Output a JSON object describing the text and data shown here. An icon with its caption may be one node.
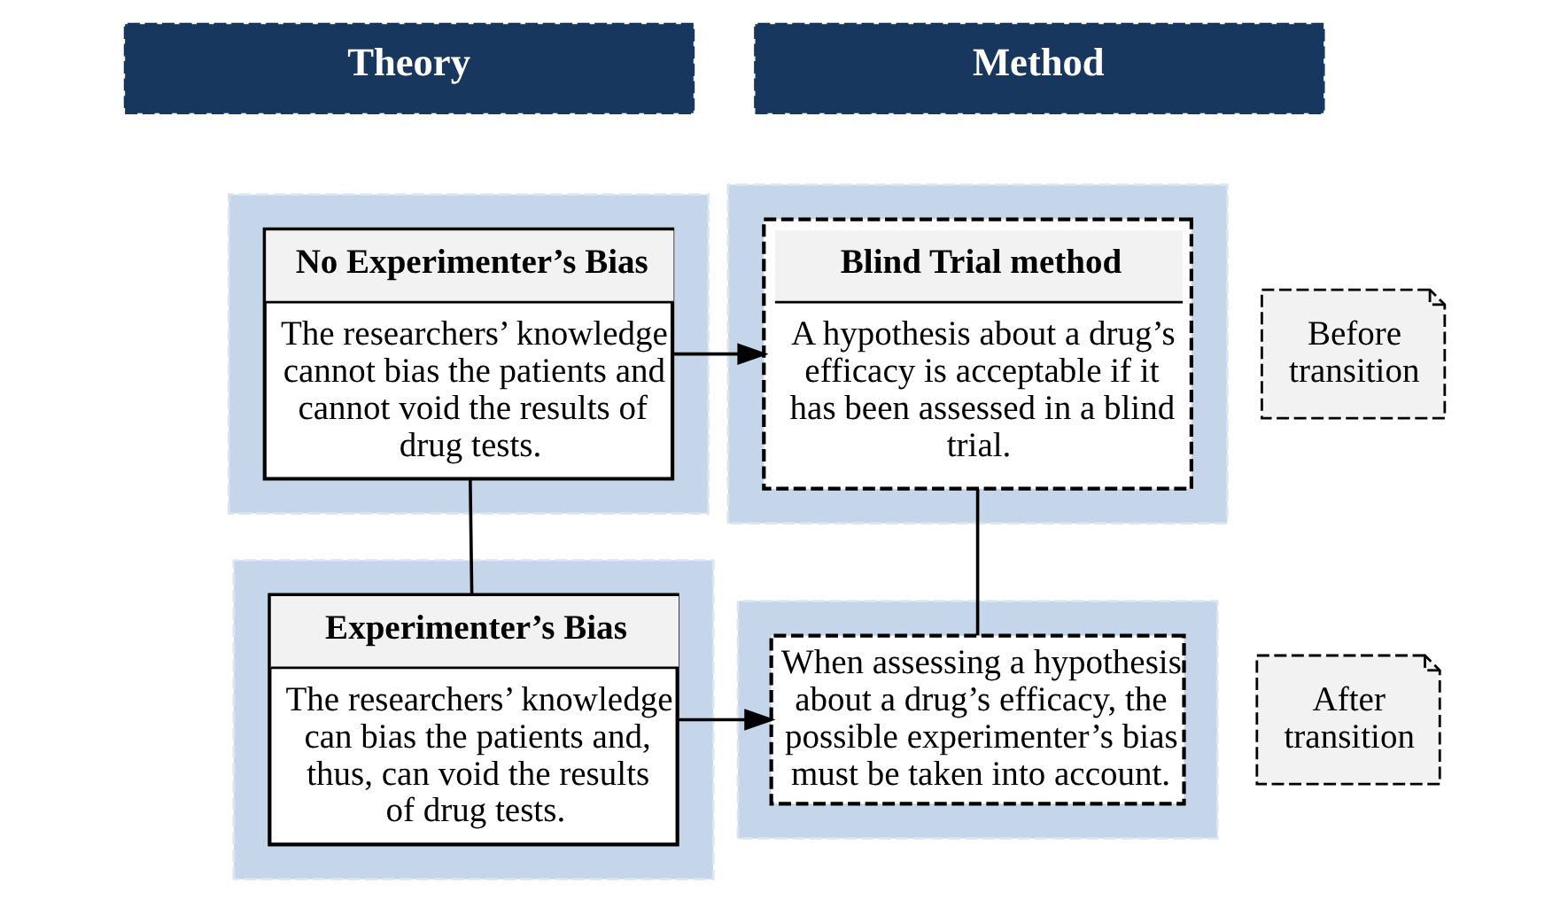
{
  "diagram": {
    "nodes": [
      {
        "text": [
          "Theory"
        ]
      },
      {
        "text": [
          "Method"
        ]
      },
      {
        "text": [],
        "shape": "box"
      },
      {
        "text": [
          "No Experimenter’s Bias",
          "The researchers’ knowledge cannot bias the patients and cannot void the results of drug tests."
        ],
        "in": 2
      },
      {
        "text": [],
        "shape": "box"
      },
      {
        "text": [
          "Blind Trial method",
          "A hypothesis about a drug’s efficacy is acceptable if it has been assessed in a blind trial."
        ],
        "in": 4
      },
      {
        "text": [],
        "shape": "box"
      },
      {
        "text": [
          "Experimenter’s Bias",
          "The researchers’ knowledge can bias the patients and, thus, can void the results of drug tests."
        ],
        "in": 6
      },
      {
        "text": [],
        "shape": "box"
      },
      {
        "text": [
          "When assessing a hypothesis about a drug’s efficacy, the possible experimenter’s bias must be taken into account."
        ],
        "in": 8
      },
      {
        "text": [
          "Before transition"
        ]
      },
      {
        "text": [
          "After transition"
        ]
      }
    ],
    "edges": [
      {
        "from": 3,
        "to": 5,
        "arrow": "to"
      },
      {
        "from": 3,
        "to": 7,
        "arrow": "none"
      },
      {
        "from": 5,
        "to": 9,
        "arrow": "none"
      },
      {
        "from": 7,
        "to": 9,
        "arrow": "to"
      }
    ]
  }
}
